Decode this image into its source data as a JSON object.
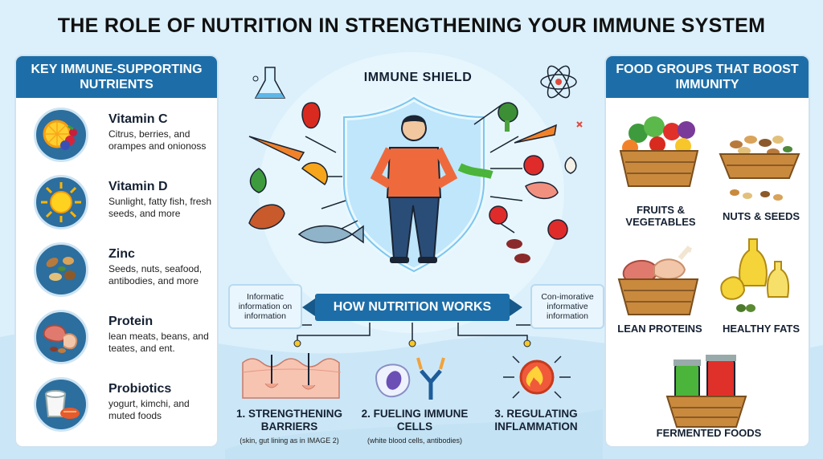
{
  "title": "THE ROLE OF NUTRITION IN STRENGTHENING YOUR IMMUNE SYSTEM",
  "left_panel": {
    "heading": "KEY IMMUNE-SUPPORTING NUTRIENTS",
    "items": [
      {
        "name": "Vitamin C",
        "desc": "Citrus, berries, and orampes and onionoss"
      },
      {
        "name": "Vitamin D",
        "desc": "Sunlight, fatty fish, fresh seeds, and more"
      },
      {
        "name": "Zinc",
        "desc": "Seeds, nuts, seafood, antibodies, and more"
      },
      {
        "name": "Protein",
        "desc": "lean meats, beans, and teates, and ent."
      },
      {
        "name": "Probiotics",
        "desc": "yogurt, kimchi, and muted foods"
      }
    ]
  },
  "center": {
    "shield_label": "IMMUNE SHIELD",
    "banner": "HOW NUTRITION WORKS",
    "note_left": "Informatic information on information",
    "note_right": "Con-imorative informative information",
    "steps": [
      {
        "title": "1. STRENGTHENING BARRIERS",
        "sub": "(skin, gut lining as in IMAGE 2)"
      },
      {
        "title": "2. FUELING IMMUNE CELLS",
        "sub": "(white blood cells, antibodies)"
      },
      {
        "title": "3. REGULATING INFLAMMATION",
        "sub": ""
      }
    ]
  },
  "right_panel": {
    "heading": "FOOD GROUPS THAT BOOST IMMUNITY",
    "groups": [
      {
        "label": "FRUITS & VEGETABLES"
      },
      {
        "label": "NUTS & SEEDS"
      },
      {
        "label": "LEAN PROTEINS"
      },
      {
        "label": "HEALTHY FATS"
      },
      {
        "label": "FERMENTED FOODS"
      }
    ]
  },
  "colors": {
    "accent": "#1d6ea8",
    "background": "#dcf0fb",
    "icon_circle": "#2c6e9e"
  }
}
